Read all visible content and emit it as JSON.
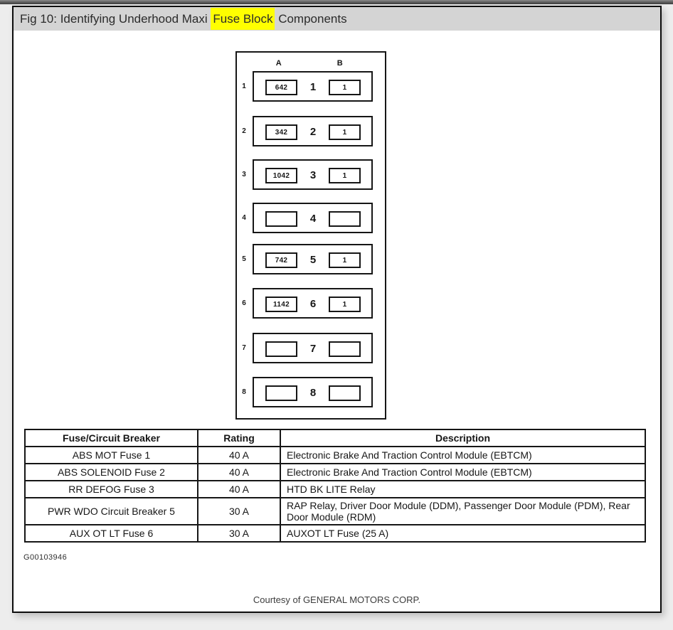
{
  "window": {
    "caption": {
      "prefix": "Fig 10: Identifying Underhood Maxi ",
      "highlight": "Fuse Block",
      "suffix": " Components"
    },
    "highlight_color": "#ffff00",
    "captionbar_bg": "#d4d4d4"
  },
  "diagram": {
    "column_a": "A",
    "column_b": "B",
    "rows": [
      {
        "num": "1",
        "a": "642",
        "center": "1",
        "b": "1"
      },
      {
        "num": "2",
        "a": "342",
        "center": "2",
        "b": "1"
      },
      {
        "num": "3",
        "a": "1042",
        "center": "3",
        "b": "1"
      },
      {
        "num": "4",
        "a": "",
        "center": "4",
        "b": ""
      },
      {
        "num": "5",
        "a": "742",
        "center": "5",
        "b": "1"
      },
      {
        "num": "6",
        "a": "1142",
        "center": "6",
        "b": "1"
      },
      {
        "num": "7",
        "a": "",
        "center": "7",
        "b": ""
      },
      {
        "num": "8",
        "a": "",
        "center": "8",
        "b": ""
      }
    ]
  },
  "table": {
    "headers": [
      "Fuse/Circuit Breaker",
      "Rating",
      "Description"
    ],
    "rows": [
      {
        "fuse": "ABS MOT Fuse 1",
        "rating": "40 A",
        "description": "Electronic Brake And Traction Control Module (EBTCM)"
      },
      {
        "fuse": "ABS SOLENOID Fuse 2",
        "rating": "40 A",
        "description": "Electronic Brake And Traction Control Module (EBTCM)"
      },
      {
        "fuse": "RR DEFOG Fuse 3",
        "rating": "40 A",
        "description": "HTD BK LITE Relay"
      },
      {
        "fuse": "PWR WDO Circuit Breaker 5",
        "rating": "30 A",
        "description": "RAP Relay, Driver Door Module (DDM), Passenger Door Module (PDM), Rear Door Module (RDM)"
      },
      {
        "fuse": "AUX OT LT Fuse 6",
        "rating": "30 A",
        "description": "AUXOT LT Fuse (25 A)"
      }
    ]
  },
  "footer": {
    "figure_id": "G00103946",
    "credit": "Courtesy of GENERAL MOTORS CORP."
  }
}
